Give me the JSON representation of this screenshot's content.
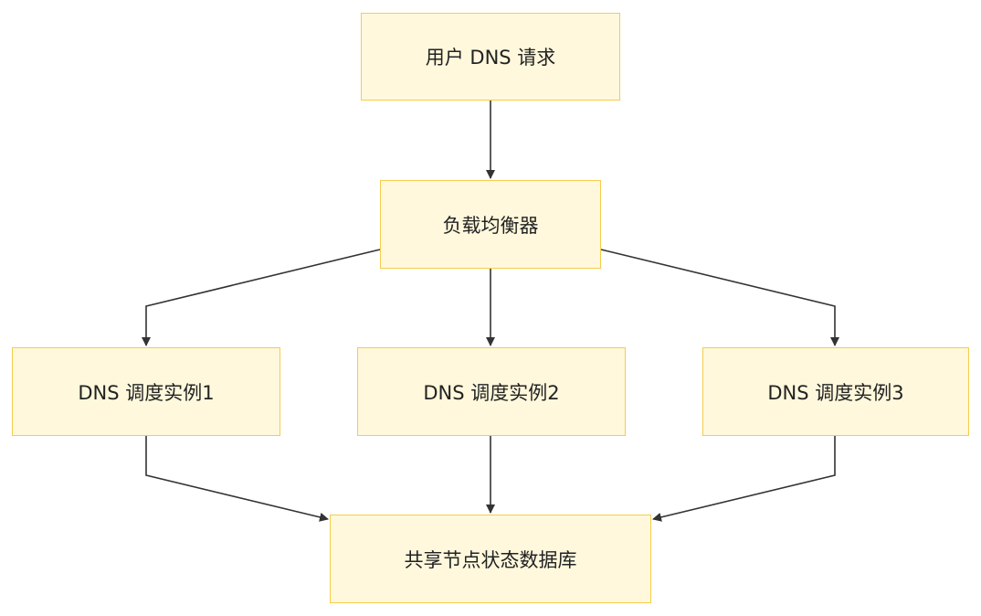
{
  "diagram": {
    "type": "flowchart",
    "colors": {
      "node_fill": "#fff8dc",
      "node_border": "#f5cc4a",
      "edge": "#333333",
      "text": "#222222"
    },
    "nodes": {
      "request": "用户 DNS 请求",
      "load_balancer": "负载均衡器",
      "instance_1": "DNS 调度实例1",
      "instance_2": "DNS 调度实例2",
      "instance_3": "DNS 调度实例3",
      "database": "共享节点状态数据库"
    },
    "edges": [
      {
        "from": "request",
        "to": "load_balancer"
      },
      {
        "from": "load_balancer",
        "to": "instance_1"
      },
      {
        "from": "load_balancer",
        "to": "instance_2"
      },
      {
        "from": "load_balancer",
        "to": "instance_3"
      },
      {
        "from": "instance_1",
        "to": "database"
      },
      {
        "from": "instance_2",
        "to": "database"
      },
      {
        "from": "instance_3",
        "to": "database"
      }
    ]
  }
}
